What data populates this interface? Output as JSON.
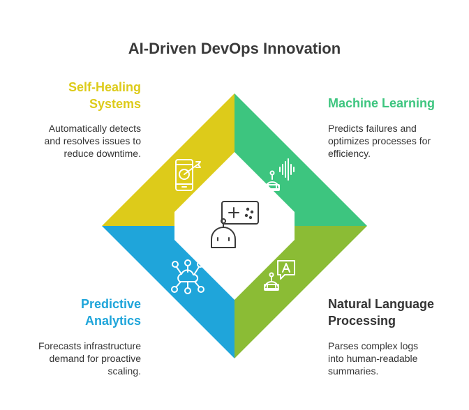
{
  "title": "AI-Driven DevOps Innovation",
  "colors": {
    "yellow": "#DDCB1A",
    "green": "#3DC57F",
    "blue": "#1FA5DA",
    "olive": "#8BBC35",
    "icon_stroke": "#ffffff",
    "center_icon_stroke": "#3a3a3a",
    "title": "#3a3a3a",
    "text": "#333333"
  },
  "quadrants": [
    {
      "id": "self-healing",
      "heading_lines": [
        "Self-Healing",
        "Systems"
      ],
      "description_lines": [
        "Automatically detects",
        "and resolves issues to",
        "reduce downtime."
      ],
      "color": "#DDCB1A",
      "icon": "phone-target-icon"
    },
    {
      "id": "machine-learning",
      "heading_lines": [
        "Machine Learning"
      ],
      "description_lines": [
        "Predicts failures and",
        "optimizes processes for",
        "efficiency."
      ],
      "color": "#3DC57F",
      "icon": "robot-soundwave-icon"
    },
    {
      "id": "predictive-analytics",
      "heading_lines": [
        "Predictive",
        "Analytics"
      ],
      "description_lines": [
        "Forecasts infrastructure",
        "demand for proactive",
        "scaling."
      ],
      "color": "#1FA5DA",
      "icon": "cloud-network-icon"
    },
    {
      "id": "nlp",
      "heading_lines": [
        "Natural Language",
        "Processing"
      ],
      "description_lines": [
        "Parses complex logs",
        "into human-readable",
        "summaries."
      ],
      "color": "#8BBC35",
      "icon": "robot-speech-icon"
    }
  ],
  "center_icon": "robot-gamepad-icon"
}
